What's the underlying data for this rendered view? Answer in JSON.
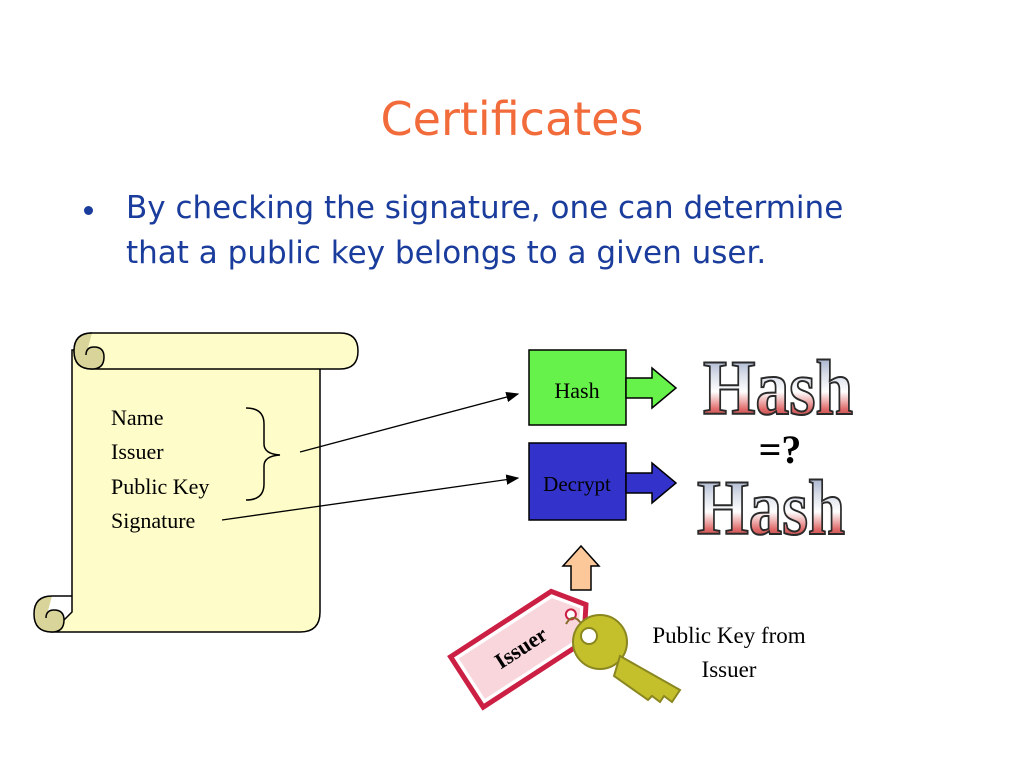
{
  "slide": {
    "title": "Certificates",
    "bullet": "By checking the signature, one can determine that a public key belongs to a given user."
  },
  "certificate": {
    "fields": [
      "Name",
      "Issuer",
      "Public Key",
      "Signature"
    ]
  },
  "process": {
    "hash_label": "Hash",
    "decrypt_label": "Decrypt",
    "hash_word_top": "Hash",
    "hash_word_bottom": "Hash",
    "compare_label": "=?"
  },
  "issuer": {
    "tag_label": "Issuer",
    "key_caption_line1": "Public Key from",
    "key_caption_line2": "Issuer"
  },
  "colors": {
    "title": "#f26b3a",
    "bullet_text": "#1a3c9c",
    "scroll_fill": "#fefcc8",
    "hash_box": "#66f24a",
    "decrypt_box": "#3333cc",
    "tag_border": "#cc1f44",
    "key": "#c4c02c",
    "up_arrow": "#fcc89a"
  }
}
